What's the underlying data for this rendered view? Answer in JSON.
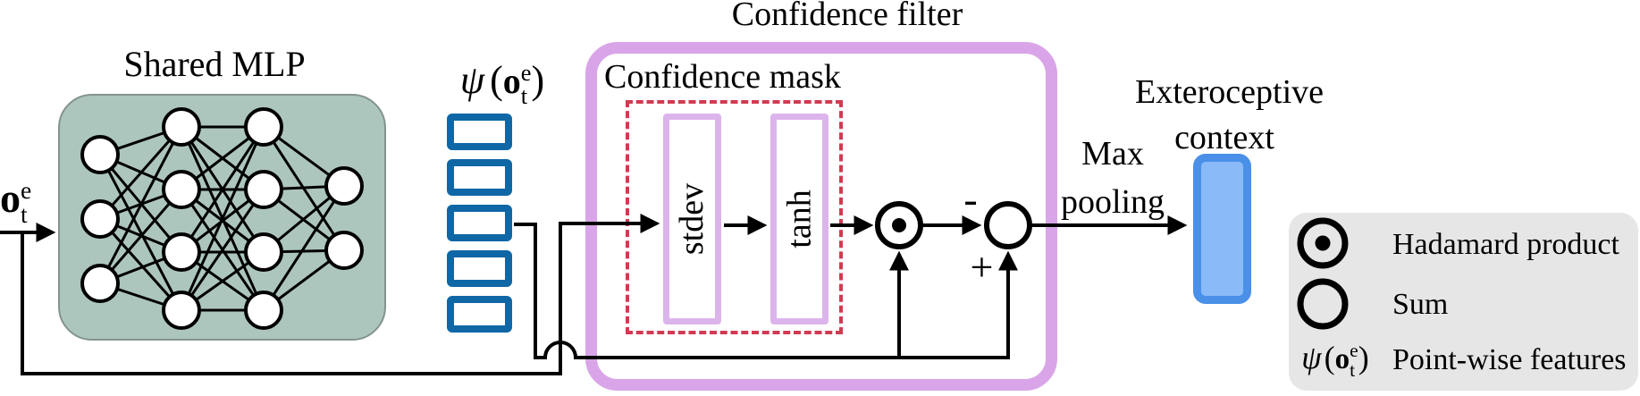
{
  "input_label": {
    "base": "o",
    "sup": "e",
    "sub": "t"
  },
  "shared_mlp": {
    "title": "Shared MLP"
  },
  "point_features_label": {
    "psi": "ψ",
    "open": "(",
    "base": "o",
    "sup": "e",
    "sub": "t",
    "close": ")"
  },
  "confidence_filter": {
    "title": "Confidence filter",
    "mask_title": "Confidence mask",
    "stdev_label": "stdev",
    "tanh_label": "tanh",
    "minus_sign": "-",
    "plus_sign": "+"
  },
  "max_pooling_label": {
    "line1": "Max",
    "line2": "pooling"
  },
  "output_label": {
    "line1": "Exteroceptive",
    "line2": "context"
  },
  "legend": {
    "items": [
      {
        "icon": "hadamard-product-icon",
        "label": "Hadamard product"
      },
      {
        "icon": "sum-icon",
        "label": "Sum"
      },
      {
        "icon": "point-wise-features-symbol",
        "label": "Point-wise features"
      }
    ],
    "psi_symbol": {
      "psi": "ψ",
      "open": "(",
      "base": "o",
      "sup": "e",
      "sub": "t",
      "close": ")"
    }
  },
  "colors": {
    "mlp_box_fill": "#adc6bd",
    "feature_vector_blue": "#0f67a6",
    "filter_border_purple": "#d9a5e8",
    "inner_block_purple": "#dcb4ec",
    "mask_border_red": "#d23a52",
    "context_border_blue": "#4a90e8",
    "context_fill_blue": "#8abaf8",
    "legend_bg": "#e6e6e6",
    "wire_black": "#000000"
  }
}
